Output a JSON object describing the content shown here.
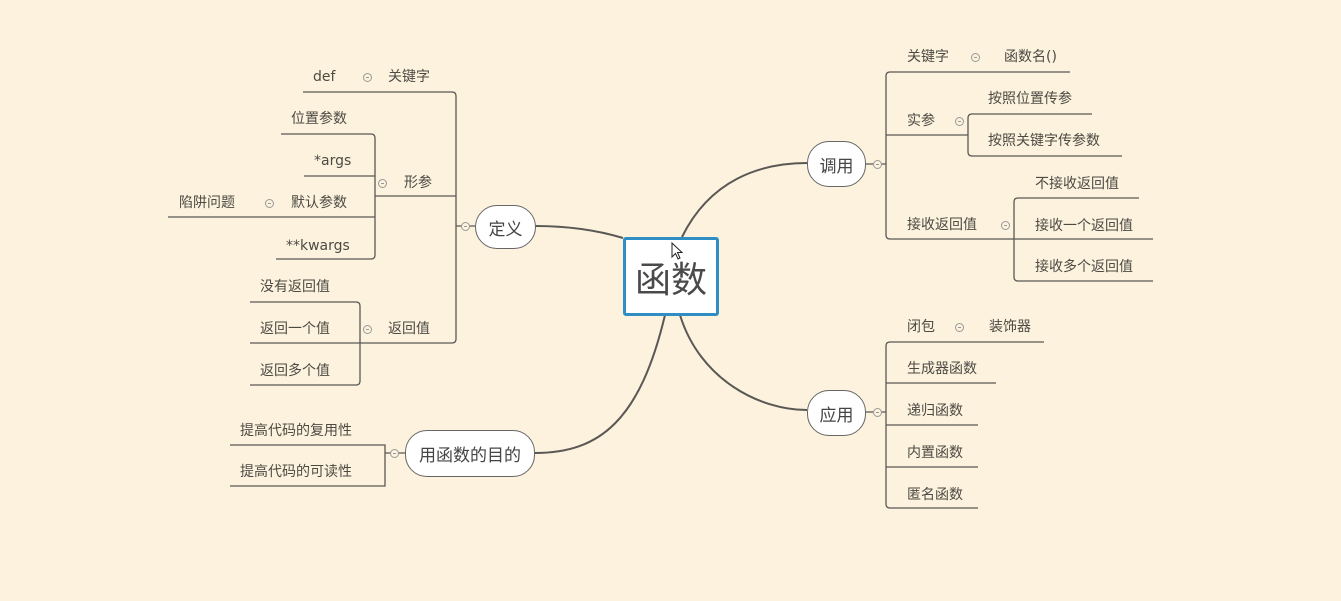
{
  "root": "函数",
  "definition": {
    "label": "定义",
    "keyword": {
      "label": "关键字",
      "child": "def"
    },
    "params": {
      "label": "形参",
      "children": [
        "位置参数",
        "*args",
        "默认参数",
        "**kwargs"
      ],
      "default_child": "陷阱问题"
    },
    "return": {
      "label": "返回值",
      "children": [
        "没有返回值",
        "返回一个值",
        "返回多个值"
      ]
    }
  },
  "purpose": {
    "label": "用函数的目的",
    "children": [
      "提高代码的复用性",
      "提高代码的可读性"
    ]
  },
  "call": {
    "label": "调用",
    "keyword": {
      "label": "关键字",
      "child": "函数名()"
    },
    "args": {
      "label": "实参",
      "children": [
        "按照位置传参",
        "按照关键字传参数"
      ]
    },
    "receive": {
      "label": "接收返回值",
      "children": [
        "不接收返回值",
        "接收一个返回值",
        "接收多个返回值"
      ]
    }
  },
  "application": {
    "label": "应用",
    "closure": {
      "label": "闭包",
      "child": "装饰器"
    },
    "children": [
      "生成器函数",
      "递归函数",
      "内置函数",
      "匿名函数"
    ]
  }
}
